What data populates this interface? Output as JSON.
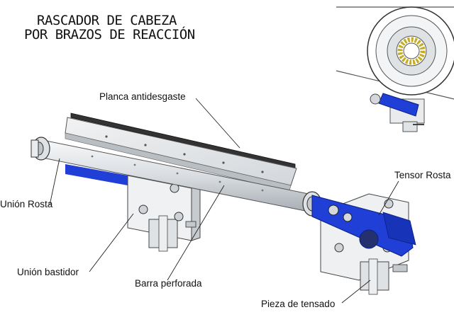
{
  "diagram": {
    "title_line_1": "RASCADOR DE CABEZA",
    "title_line_2": "POR BRAZOS DE REACCIÓN",
    "labels": {
      "planca": "Planca antidesgaste",
      "tensor_rosta": "Tensor Rosta",
      "union_rosta": "Unión Rosta",
      "union_bastidor": "Unión bastidor",
      "barra_perforada": "Barra perforada",
      "pieza_tensado": "Pieza de tensado"
    }
  },
  "colors": {
    "accent_blue": "#1f3fd6",
    "steel_light": "#e4e7ea",
    "steel_mid": "#c3c8cd",
    "rubber_dark": "#3a3a3a",
    "bearing_yellow": "#e8d24a"
  }
}
